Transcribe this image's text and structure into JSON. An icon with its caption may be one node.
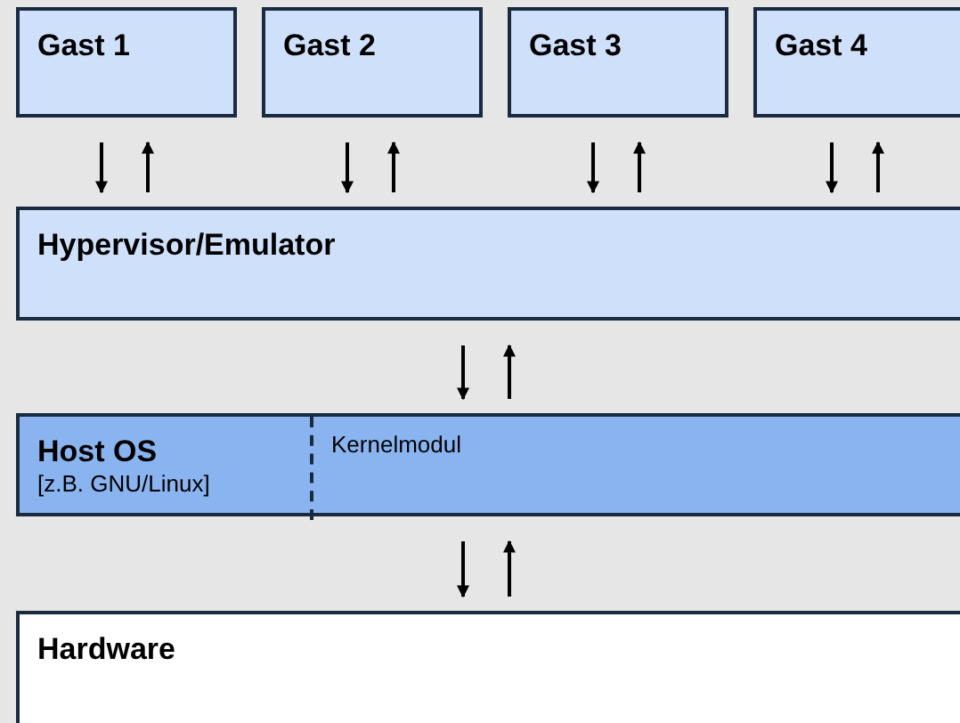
{
  "diagram": {
    "nodes": [
      {
        "text": [
          "Gast 1"
        ]
      },
      {
        "text": [
          "Gast 2"
        ]
      },
      {
        "text": [
          "Gast 3"
        ]
      },
      {
        "text": [
          "Gast 4"
        ]
      },
      {
        "text": [
          "Hypervisor/Emulator"
        ]
      },
      {
        "text": [
          "Host OS",
          "[z.B. GNU/Linux]"
        ]
      },
      {
        "text": [
          "Kernelmodul"
        ],
        "in": 5
      },
      {
        "text": [
          "Hardware"
        ]
      }
    ],
    "edges": [
      {
        "from": 0,
        "to": 4,
        "arrow": "to"
      },
      {
        "from": 4,
        "to": 0,
        "arrow": "to"
      },
      {
        "from": 1,
        "to": 4,
        "arrow": "to"
      },
      {
        "from": 4,
        "to": 1,
        "arrow": "to"
      },
      {
        "from": 2,
        "to": 4,
        "arrow": "to"
      },
      {
        "from": 4,
        "to": 2,
        "arrow": "to"
      },
      {
        "from": 3,
        "to": 4,
        "arrow": "to"
      },
      {
        "from": 4,
        "to": 3,
        "arrow": "to"
      },
      {
        "from": 4,
        "to": 5,
        "arrow": "to"
      },
      {
        "from": 5,
        "to": 4,
        "arrow": "to"
      },
      {
        "from": 5,
        "to": 7,
        "arrow": "to"
      },
      {
        "from": 7,
        "to": 5,
        "arrow": "to"
      }
    ]
  }
}
